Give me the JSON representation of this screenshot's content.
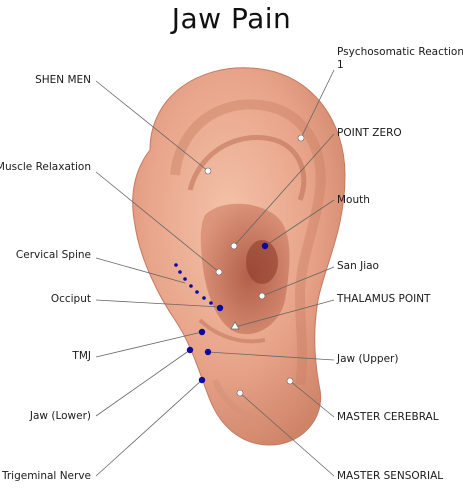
{
  "title": "Jaw Pain",
  "colors": {
    "point_white": "#ffffff",
    "point_blue": "#0a0aa0",
    "leader": "#666666",
    "skin": "#e8a48a"
  },
  "labels": {
    "shen_men": "SHEN MEN",
    "muscle_relaxation": "Muscle Relaxation",
    "cervical_spine": "Cervical Spine",
    "occiput": "Occiput",
    "tmj": "TMJ",
    "jaw_lower": "Jaw (Lower)",
    "trigeminal_nerve": "Trigeminal Nerve",
    "psychosomatic_line1": "Psychosomatic Reactions",
    "psychosomatic_line2": "1",
    "point_zero": "POINT ZERO",
    "mouth": "Mouth",
    "san_jiao": "San Jiao",
    "thalamus_point": "THALAMUS POINT",
    "jaw_upper": "Jaw (Upper)",
    "master_cerebral": "MASTER CEREBRAL",
    "master_sensorial": "MASTER SENSORIAL"
  }
}
